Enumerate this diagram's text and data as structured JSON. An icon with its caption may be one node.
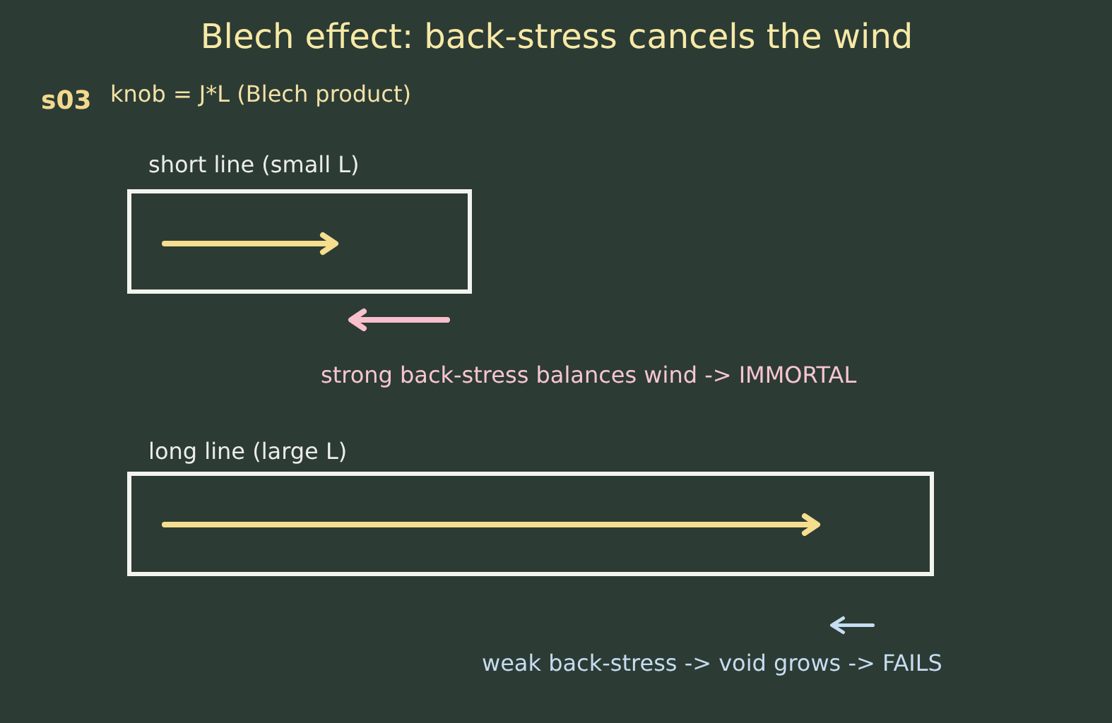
{
  "diagram": {
    "title": "Blech effect: back-stress cancels the wind",
    "nodes": [
      {
        "text": [
          "short line (small L)"
        ]
      },
      {
        "text": [
          "long line (large L)"
        ]
      }
    ],
    "labels": [
      "s03",
      "knob = J*L (Blech product)",
      "strong back-stress balances wind -> IMMORTAL",
      "weak back-stress -> void grows -> FAILS"
    ]
  }
}
